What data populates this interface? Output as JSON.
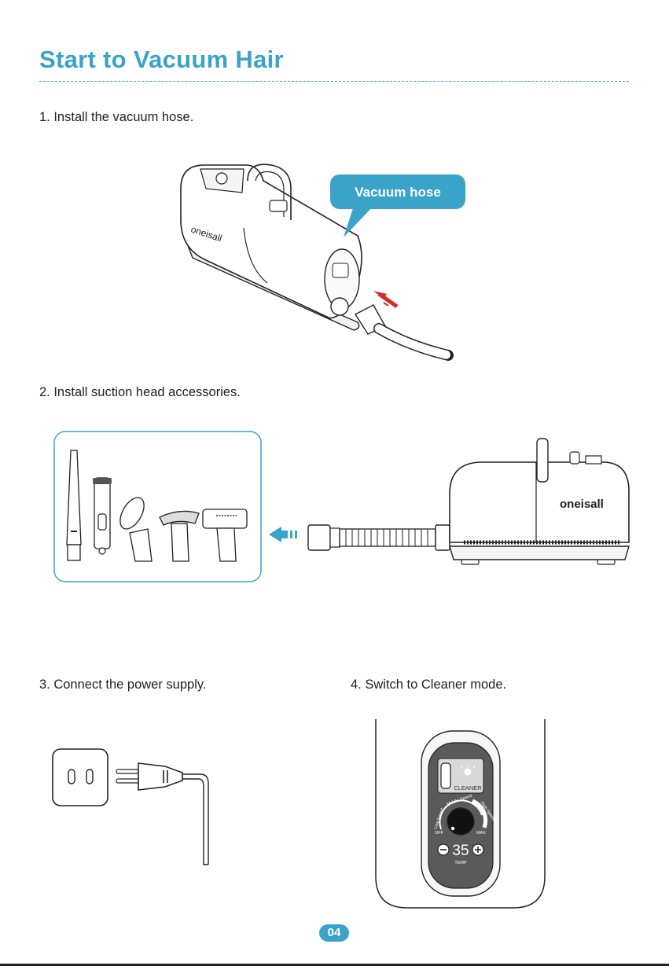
{
  "page": {
    "title": "Start to Vacuum Hair",
    "number": "04",
    "accent": "#3aa3c9",
    "arrow_red": "#d62a2a"
  },
  "steps": [
    {
      "text": "1. Install the vacuum hose."
    },
    {
      "text": "2. Install suction head accessories."
    },
    {
      "text": "3. Connect the power supply."
    },
    {
      "text": "4. Switch to Cleaner mode."
    }
  ],
  "figure1": {
    "callout": "Vacuum hose",
    "brand": "oneisall"
  },
  "figure2": {
    "brand": "oneisall"
  },
  "figure4": {
    "mode_label": "CLEANER",
    "speed_low": "Low Speed",
    "speed_middle": "Middle Speed",
    "speed_high": "High Speed",
    "off_label": "OFF",
    "max_label": "MAX",
    "temp_value": "35",
    "temp_label": "TEMP"
  }
}
